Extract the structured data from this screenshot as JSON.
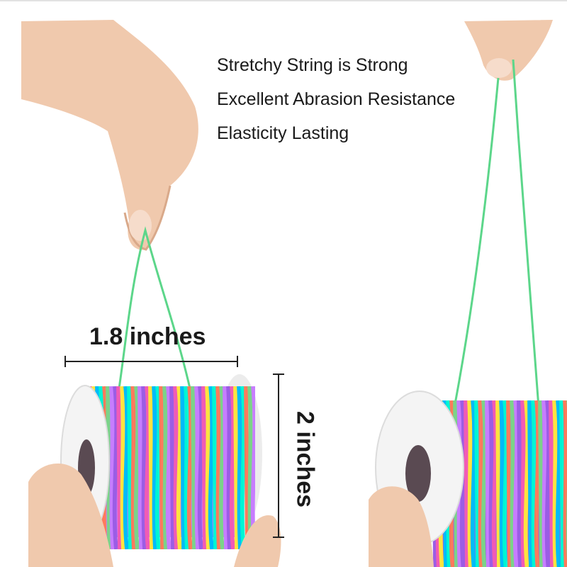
{
  "features": [
    "Stretchy String is Strong",
    "Excellent Abrasion Resistance",
    "Elasticity Lasting"
  ],
  "dimensions": {
    "width_label": "1.8 inches",
    "height_label": "2 inches"
  },
  "colors": {
    "background": "#ffffff",
    "text": "#1a1a1a",
    "spool": "#f4f4f4",
    "skin": "#f0c9ad",
    "thread_green": "#5cd68a",
    "rainbow": [
      "#9b5de5",
      "#f15bb5",
      "#fee440",
      "#00bbf9",
      "#00f5d4",
      "#ff7a5c",
      "#7bd389",
      "#c77dff"
    ]
  }
}
